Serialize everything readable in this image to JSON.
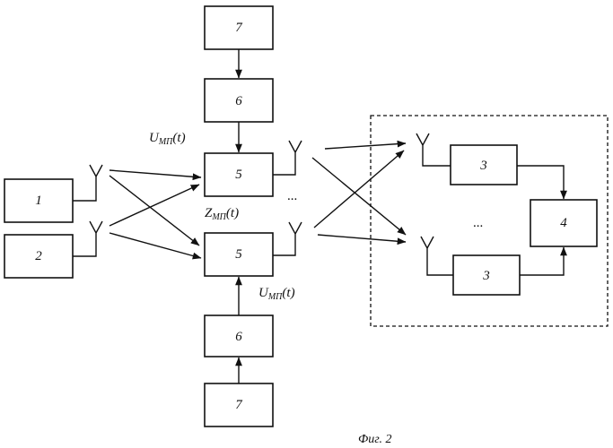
{
  "blocks": {
    "block_1": "1",
    "block_2": "2",
    "block_3_upper": "3",
    "block_3_lower": "3",
    "block_4": "4",
    "block_5_upper": "5",
    "block_5_lower": "5",
    "block_6_upper": "6",
    "block_6_lower": "6",
    "block_7_upper": "7",
    "block_7_lower": "7"
  },
  "signals": {
    "u_upper": {
      "main": "U",
      "sub": "МП",
      "arg": "(t)"
    },
    "z": {
      "main": "Z",
      "sub": "МП",
      "arg": "(t)"
    },
    "u_lower": {
      "main": "U",
      "sub": "МП",
      "arg": "(t)"
    }
  },
  "ellipsis_middle": "...",
  "ellipsis_right": "...",
  "caption": "Фиг. 2",
  "colors": {
    "ink": "#111111",
    "background": "#ffffff"
  }
}
